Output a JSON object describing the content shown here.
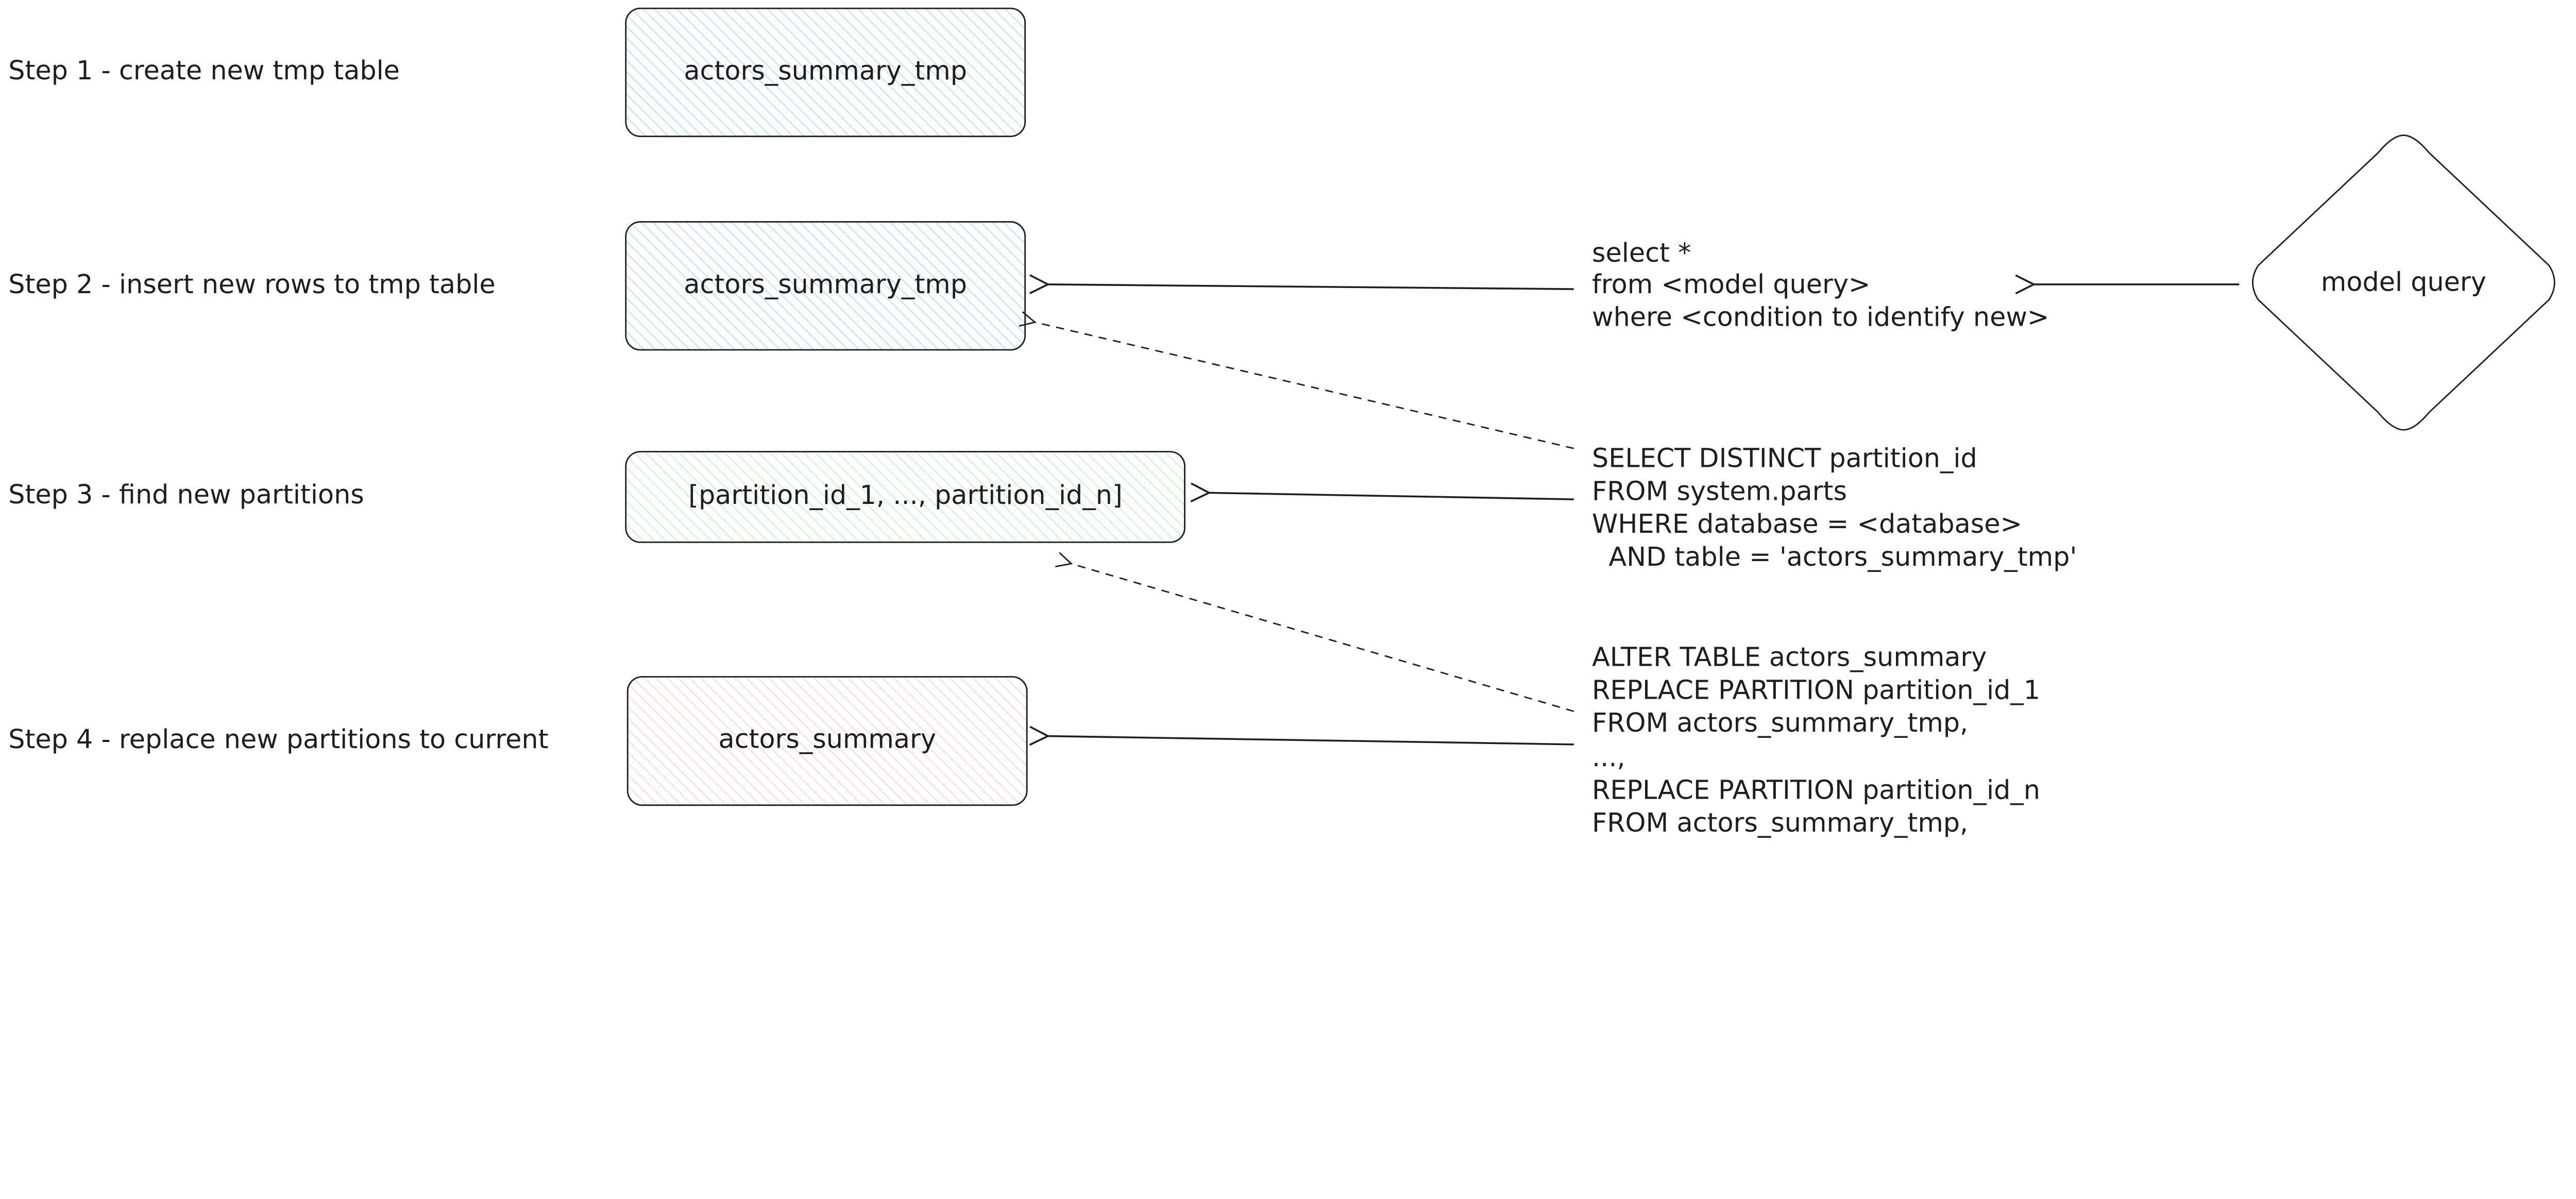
{
  "steps": [
    {
      "label": "Step 1 - create new tmp table",
      "box": "actors_summary_tmp",
      "fill": "#a5d8ff"
    },
    {
      "label": "Step 2 - insert new rows to tmp table",
      "box": "actors_summary_tmp",
      "fill": "#a5d8ff"
    },
    {
      "label": "Step 3 - find new partitions",
      "box": "[partition_id_1, ..., partition_id_n]",
      "fill": "#b2f2bb"
    },
    {
      "label": "Step 4 - replace new partitions to current",
      "box": "actors_summary",
      "fill": "#ffc9c9"
    }
  ],
  "model_query": "model query",
  "queries": {
    "insert": [
      "select *",
      "from <model query>",
      "where <condition to identify new>"
    ],
    "partitions": [
      "SELECT DISTINCT partition_id",
      "FROM system.parts",
      "WHERE database = <database>",
      "  AND table = 'actors_summary_tmp'"
    ],
    "replace": [
      "ALTER TABLE actors_summary",
      "REPLACE PARTITION partition_id_1",
      "FROM actors_summary_tmp,",
      "...,",
      "REPLACE PARTITION partition_id_n",
      "FROM actors_summary_tmp,"
    ]
  }
}
